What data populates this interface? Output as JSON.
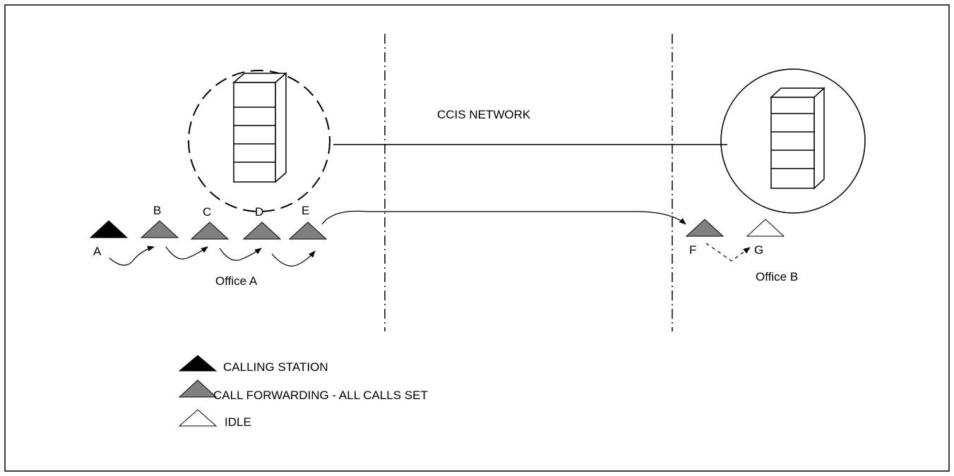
{
  "network_label": "CCIS NETWORK",
  "office_a": {
    "label": "Office A",
    "stations": [
      {
        "id": "A",
        "state": "calling"
      },
      {
        "id": "B",
        "state": "forwarding"
      },
      {
        "id": "C",
        "state": "forwarding"
      },
      {
        "id": "D",
        "state": "forwarding"
      },
      {
        "id": "E",
        "state": "forwarding"
      }
    ]
  },
  "office_b": {
    "label": "Office B",
    "stations": [
      {
        "id": "F",
        "state": "forwarding"
      },
      {
        "id": "G",
        "state": "idle"
      }
    ]
  },
  "legend": [
    {
      "state": "calling",
      "label": "CALLING STATION"
    },
    {
      "state": "forwarding",
      "label": "CALL FORWARDING -  ALL CALLS SET"
    },
    {
      "state": "idle",
      "label": "IDLE"
    }
  ],
  "colors": {
    "calling": "#000000",
    "forwarding": "#808080",
    "idle": "#ffffff",
    "line": "#000000"
  }
}
